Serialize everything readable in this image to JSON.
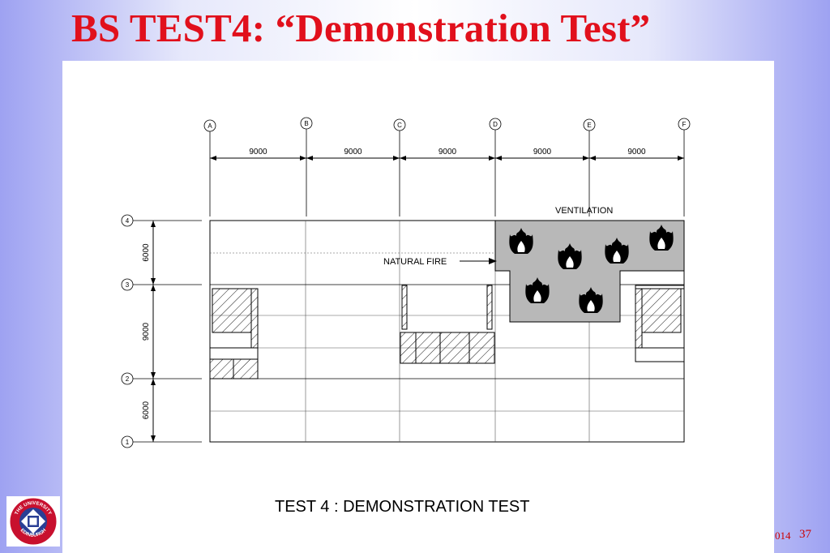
{
  "slide": {
    "title": "BS TEST4:  “Demonstration Test”",
    "footer_code": "014",
    "page_number": "37"
  },
  "drawing": {
    "column_gridlines": [
      "A",
      "B",
      "C",
      "D",
      "E",
      "F"
    ],
    "row_gridlines": [
      "4",
      "3",
      "2",
      "1"
    ],
    "column_spacings": [
      "9000",
      "9000",
      "9000",
      "9000",
      "9000"
    ],
    "row_spacings": [
      "6000",
      "9000",
      "6000"
    ],
    "labels": {
      "ventilation": "VENTILATION",
      "natural_fire": "NATURAL FIRE",
      "caption": "TEST 4 :  DEMONSTRATION TEST"
    },
    "fire_zone_color": "#b8b8b8"
  },
  "logo": {
    "text_top": "THE UNIVERSITY",
    "text_bottom": "EDINBURGH"
  }
}
